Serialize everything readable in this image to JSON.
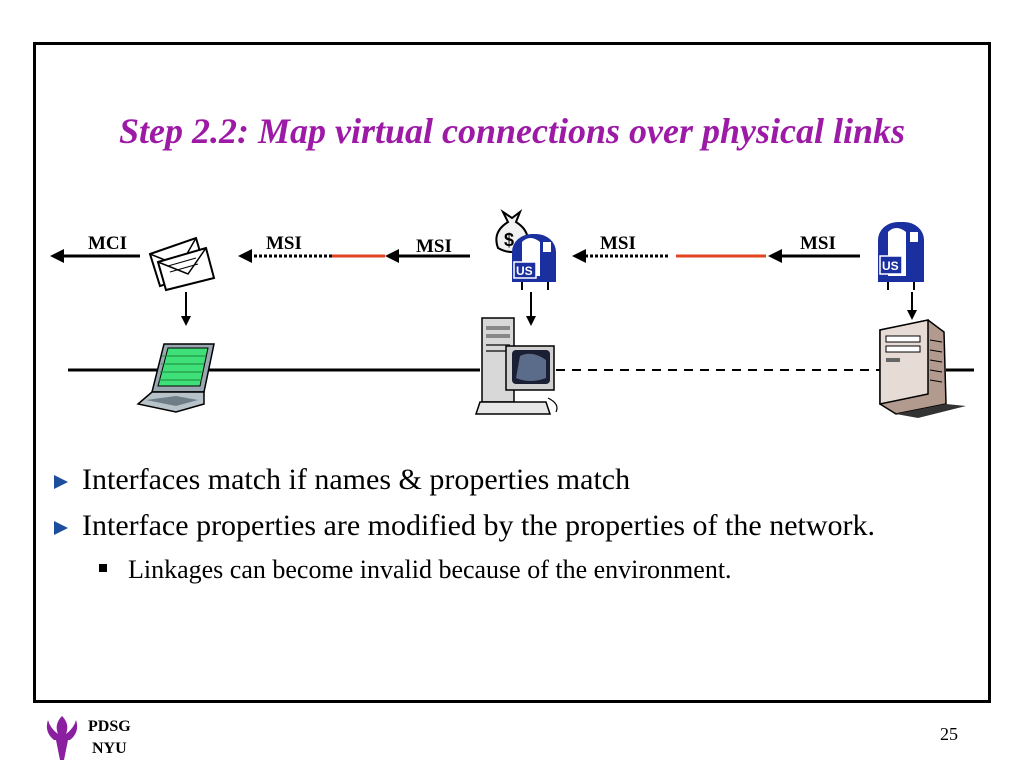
{
  "slide": {
    "title": "Step 2.2: Map virtual connections over physical links",
    "page_number": "25",
    "org": {
      "line1": "PDSG",
      "line2": "NYU"
    }
  },
  "diagram": {
    "labels": {
      "mci": "MCI",
      "msi_1": "MSI",
      "msi_2": "MSI",
      "msi_3": "MSI",
      "msi_4": "MSI"
    },
    "mailbox_text": "US",
    "money_symbol": "$"
  },
  "bullets": [
    {
      "text": "Interfaces match if names & properties match"
    },
    {
      "text": "Interface properties are modified by the properties of the network."
    }
  ],
  "sub_bullets": [
    {
      "text": "Linkages can become invalid because of the environment."
    }
  ],
  "colors": {
    "title": "#9c1aa6",
    "bullet": "#1d4d9c",
    "red_link": "#e0451f",
    "mailbox_blue": "#1a2fa0"
  }
}
